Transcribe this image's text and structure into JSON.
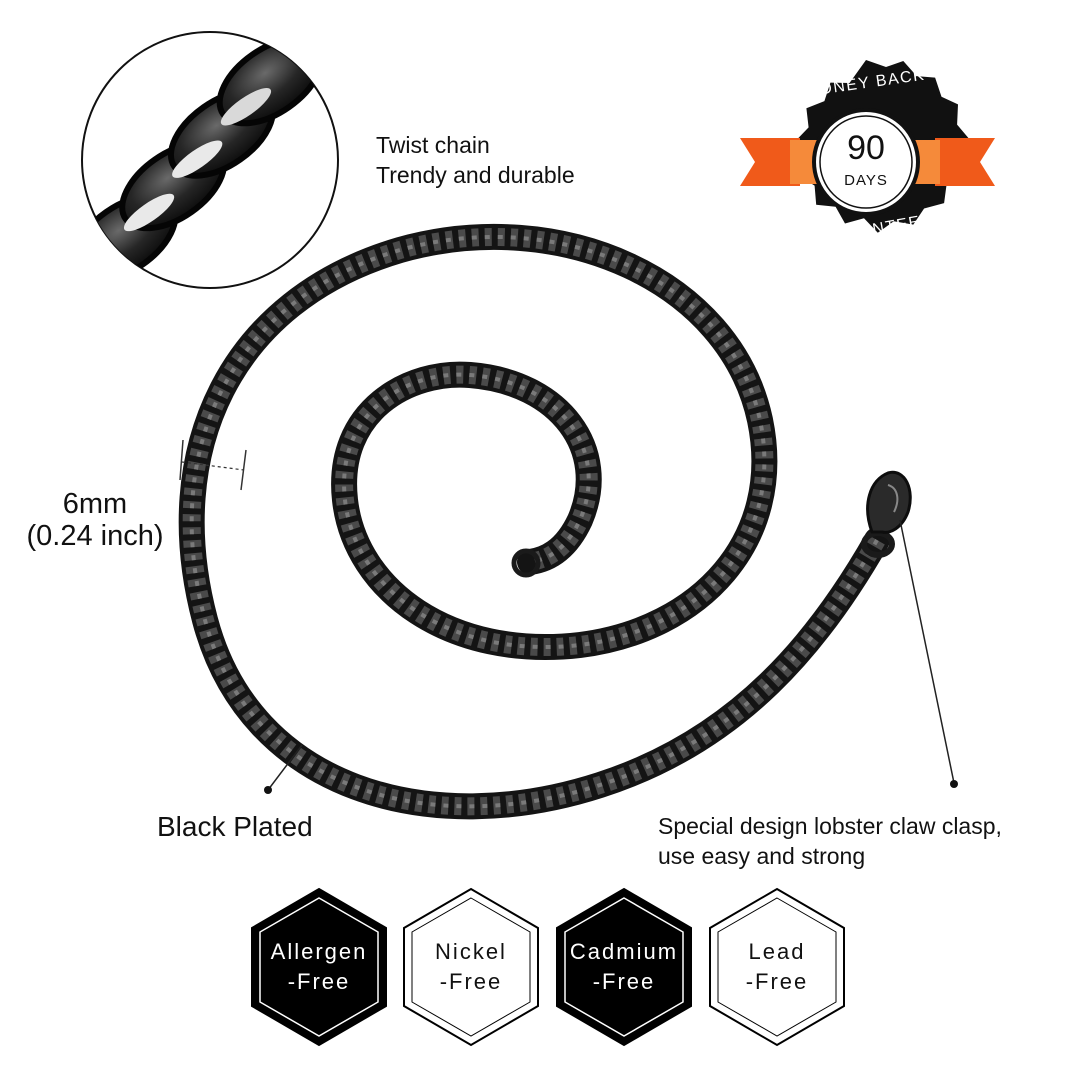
{
  "callouts": {
    "twist_line1": "Twist chain",
    "twist_line2": "Trendy and durable",
    "width_mm": "6mm",
    "width_inch": "(0.24 inch)",
    "plating": "Black Plated",
    "clasp_line1": "Special design lobster claw clasp,",
    "clasp_line2": "use easy and strong"
  },
  "badge": {
    "top_text": "MONEY BACK",
    "number": "90",
    "unit": "DAYS",
    "bottom_text": "GUARANTEE",
    "ribbon_color": "#f05a1a"
  },
  "features": [
    {
      "line1": "Allergen",
      "line2": "-Free",
      "style": "filled"
    },
    {
      "line1": "Nickel",
      "line2": "-Free",
      "style": "outline"
    },
    {
      "line1": "Cadmium",
      "line2": "-Free",
      "style": "filled"
    },
    {
      "line1": "Lead",
      "line2": "-Free",
      "style": "outline"
    }
  ],
  "colors": {
    "chain": "#2a2a2a",
    "badge": "#111111",
    "accent": "#f05a1a"
  }
}
